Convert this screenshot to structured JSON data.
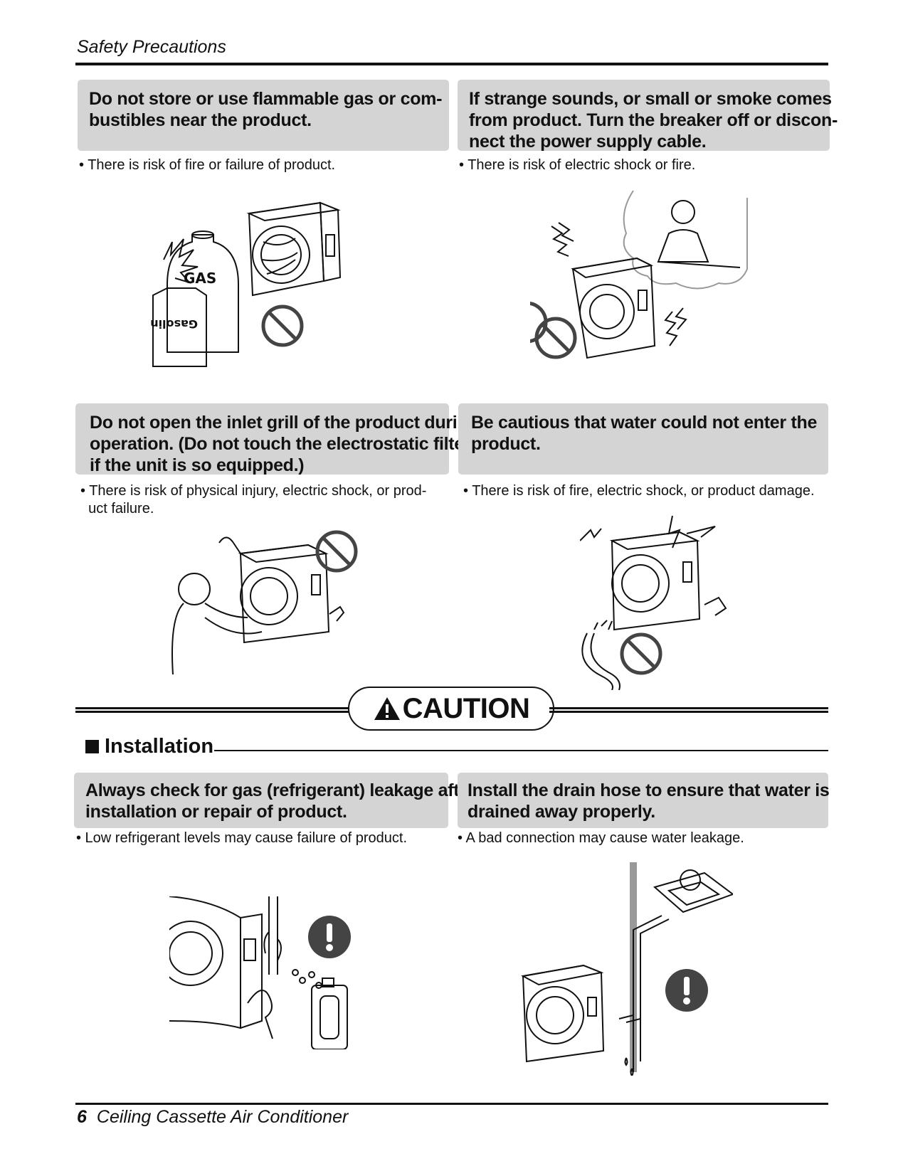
{
  "header": {
    "title": "Safety Precautions"
  },
  "cards": [
    {
      "lines": [
        "Do not store or use flammable gas or com-",
        "bustibles near the product."
      ],
      "bullet": [
        "• There is risk of fire or failure of product."
      ],
      "illustration": {
        "labels": [
          "GAS",
          "Gasolin"
        ],
        "symbol": "prohibition-icon"
      }
    },
    {
      "lines": [
        "If strange sounds, or small or smoke comes",
        "from product. Turn the breaker off or discon-",
        "nect the power supply cable."
      ],
      "bullet": [
        "• There is risk of electric shock or fire."
      ],
      "illustration": {
        "symbol": "prohibition-icon"
      }
    },
    {
      "lines": [
        "Do not open the inlet grill of the product during",
        "operation. (Do not touch the electrostatic filter,",
        "if the unit is so equipped.)"
      ],
      "bullet": [
        "• There is risk of physical injury, electric shock, or prod-",
        "  uct failure."
      ],
      "illustration": {
        "symbol": "prohibition-icon"
      }
    },
    {
      "lines": [
        "Be cautious that water could not enter the",
        "product."
      ],
      "bullet": [
        "• There is risk of fire, electric shock, or product damage."
      ],
      "illustration": {
        "symbol": "prohibition-icon"
      }
    }
  ],
  "caution": {
    "label": "CAUTION",
    "icon": "warning-triangle-icon"
  },
  "section": {
    "title": "Installation"
  },
  "install_cards": [
    {
      "lines": [
        "Always check for gas (refrigerant) leakage after",
        "installation or repair of product."
      ],
      "bullet": [
        "• Low refrigerant levels may cause failure of product."
      ],
      "illustration": {
        "symbol": "exclamation-icon"
      }
    },
    {
      "lines": [
        "Install the drain hose to ensure that water is",
        "drained away properly."
      ],
      "bullet": [
        "• A bad connection may cause water leakage."
      ],
      "illustration": {
        "symbol": "exclamation-icon"
      }
    }
  ],
  "footer": {
    "page_number": "6",
    "title": "Ceiling Cassette Air Conditioner"
  }
}
